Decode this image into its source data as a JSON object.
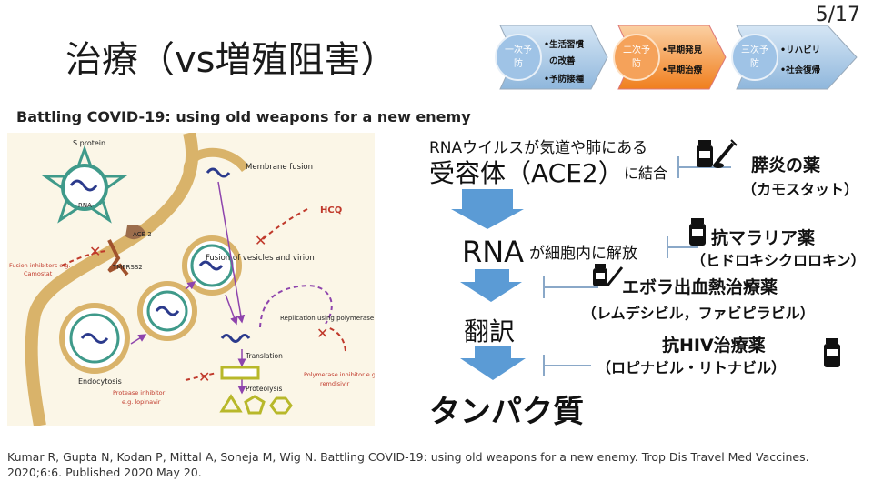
{
  "page_number": "5/17",
  "title": "治療（vs増殖阻害）",
  "subtitle": "Battling COVID-19: using old weapons for a new enemy",
  "prevention_chevrons": [
    {
      "label_line1": "一次予",
      "label_line2": "防",
      "bullets": [
        "•生活習慣",
        "の改善",
        "•予防接種"
      ],
      "color": "#8fb7dc"
    },
    {
      "label_line1": "二次予",
      "label_line2": "防",
      "bullets": [
        "•早期発見",
        "•早期治療"
      ],
      "color": "#f39a4a"
    },
    {
      "label_line1": "三次予",
      "label_line2": "防",
      "bullets": [
        "•リハビリ",
        "•社会復帰"
      ],
      "color": "#8fb7dc"
    }
  ],
  "figure": {
    "labels": {
      "s_protein": "S protein",
      "rna": "RNA",
      "ace2": "ACE 2",
      "tmprss2": "TMPRSS2",
      "fusion_inhibitors": "Fusion inhibitors e.g.",
      "camostat": "Camostat",
      "membrane_fusion": "Membrane fusion",
      "hcq": "HCQ",
      "fusion_vesicles": "Fusion of vesicles and virion",
      "replication": "Replication using polymerase",
      "translation": "Translation",
      "proteolysis": "Proteolysis",
      "endocytosis": "Endocytosis",
      "protease_inhibitor": "Protease inhibitor",
      "lopinavir": "e.g. lopinavir",
      "polymerase_inhibitor": "Polymerase inhibitor e.g",
      "remdisivir": "remdisivir"
    }
  },
  "flow": {
    "step1_line1": "RNAウイルスが気道や肺にある",
    "step1_big": "受容体（ACE2）",
    "step1_small": "に結合",
    "step2_big": "RNA",
    "step2_small": "が細胞内に解放",
    "step3": "翻訳",
    "step4": "タンパク質"
  },
  "drugs": [
    {
      "name": "膵炎の薬",
      "generic": "（カモスタット）"
    },
    {
      "name": "抗マラリア薬",
      "generic": "（ヒドロキシクロロキン）"
    },
    {
      "name": "エボラ出血熱治療薬",
      "generic": "（レムデシビル，ファビピラビル）"
    },
    {
      "name": "抗HIV治療薬",
      "generic": "（ロピナビル・リトナビル）"
    }
  ],
  "colors": {
    "arrow_blue": "#5b9bd5",
    "inhibit_line": "#8aa8c8",
    "virus_teal": "#3f9a8a",
    "rna_navy": "#2b3a8c",
    "inhibit_red": "#c0392b",
    "membrane_tan": "#d9b36a",
    "purple_arrow": "#8e44ad"
  },
  "citation": "Kumar R, Gupta N, Kodan P, Mittal A, Soneja M, Wig N. Battling COVID-19: using old weapons for a new enemy. Trop Dis Travel Med Vaccines. 2020;6:6. Published 2020 May 20."
}
